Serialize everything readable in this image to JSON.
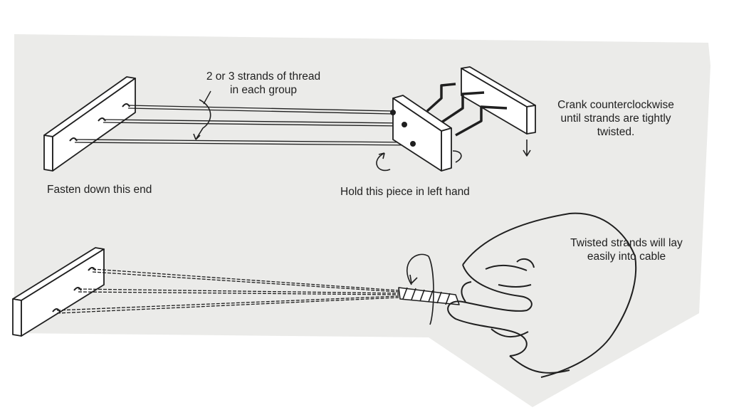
{
  "labels": {
    "strands_line1": "2 or 3 strands of thread",
    "strands_line2": "in each group",
    "fasten": "Fasten down this end",
    "hold": "Hold this piece in left hand",
    "crank_line1": "Crank counterclockwise",
    "crank_line2": "until strands are tightly",
    "crank_line3": "twisted.",
    "twisted_line1": "Twisted strands will lay",
    "twisted_line2": "easily into cable"
  },
  "colors": {
    "paper": "#ebebe9",
    "ink": "#1f1f1f",
    "page_bg": "#ffffff"
  }
}
